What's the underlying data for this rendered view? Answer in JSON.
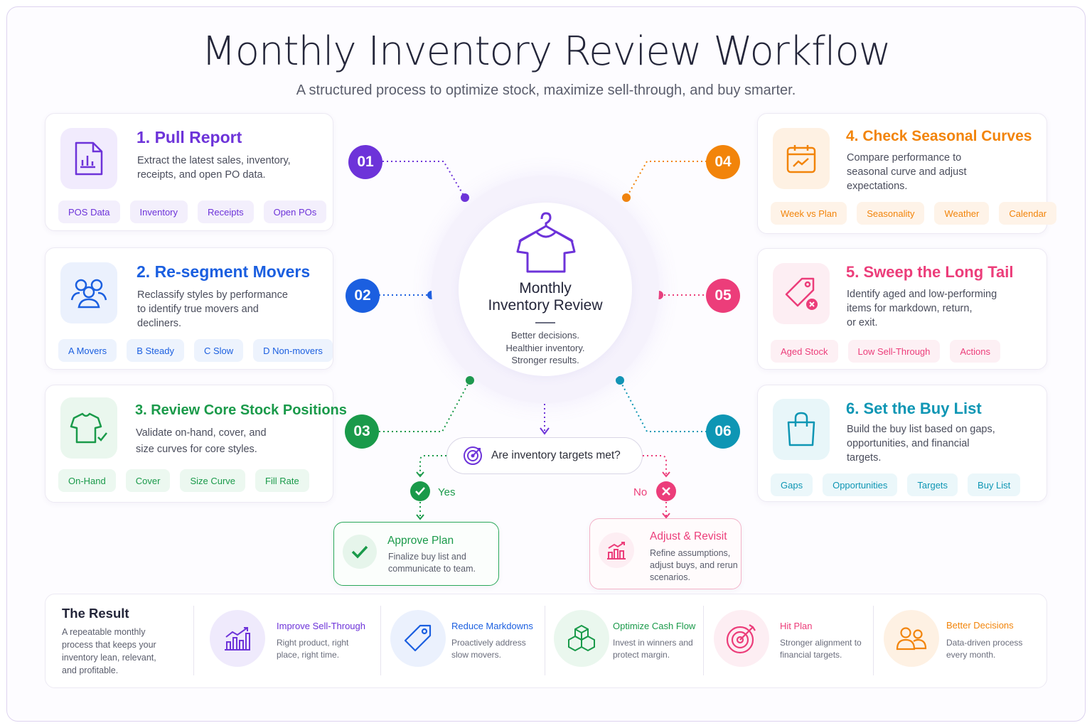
{
  "title": "Monthly Inventory Review Workflow",
  "subtitle": "A structured process to optimize stock, maximize sell-through, and buy smarter.",
  "colors": {
    "purple": "#6d33d9",
    "blue": "#1b5fe0",
    "green": "#1a9a4a",
    "orange": "#f2840a",
    "pink": "#ec3d7a",
    "teal": "#0e96b4"
  },
  "steps": [
    {
      "num": "01",
      "title": "1. Pull Report",
      "desc_lines": [
        "Extract the latest sales, inventory,",
        "receipts, and open PO data."
      ],
      "tags": [
        "POS Data",
        "Inventory",
        "Receipts",
        "Open POs"
      ],
      "icon": "report-icon"
    },
    {
      "num": "02",
      "title": "2. Re-segment Movers",
      "desc_lines": [
        "Reclassify styles by performance",
        "to identify true movers and",
        "decliners."
      ],
      "tags": [
        "A Movers",
        "B Steady",
        "C Slow",
        "D Non-movers"
      ],
      "icon": "people-icon"
    },
    {
      "num": "03",
      "title": "3. Review Core Stock Positions",
      "desc_lines": [
        "Validate on-hand, cover, and",
        "size curves for core styles."
      ],
      "tags": [
        "On-Hand",
        "Cover",
        "Size Curve",
        "Fill Rate"
      ],
      "icon": "shirt-check-icon"
    },
    {
      "num": "04",
      "title": "4. Check Seasonal Curves",
      "desc_lines": [
        "Compare performance to",
        "seasonal curve and adjust",
        "expectations."
      ],
      "tags": [
        "Week vs Plan",
        "Seasonality",
        "Weather",
        "Calendar"
      ],
      "icon": "calendar-trend-icon"
    },
    {
      "num": "05",
      "title": "5. Sweep the Long Tail",
      "desc_lines": [
        "Identify aged and low-performing",
        "items for markdown, return,",
        "or exit."
      ],
      "tags": [
        "Aged Stock",
        "Low Sell-Through",
        "Actions"
      ],
      "icon": "price-tag-x-icon"
    },
    {
      "num": "06",
      "title": "6. Set the Buy List",
      "desc_lines": [
        "Build the buy list based on gaps,",
        "opportunities, and financial",
        "targets."
      ],
      "tags": [
        "Gaps",
        "Opportunities",
        "Targets",
        "Buy List"
      ],
      "icon": "shopping-bag-icon"
    }
  ],
  "center": {
    "title_lines": [
      "Monthly",
      "Inventory Review"
    ],
    "sub_lines": [
      "Better decisions.",
      "Healthier inventory.",
      "Stronger results."
    ],
    "icon": "hanger-shirt-icon"
  },
  "decision": {
    "question": "Are inventory targets met?",
    "yes": "Yes",
    "no": "No",
    "approve": {
      "title": "Approve Plan",
      "desc_lines": [
        "Finalize buy list and",
        "communicate to team."
      ]
    },
    "adjust": {
      "title": "Adjust & Revisit",
      "desc_lines": [
        "Refine assumptions,",
        "adjust buys, and rerun",
        "scenarios."
      ]
    }
  },
  "result": {
    "title": "The Result",
    "desc_lines": [
      "A repeatable monthly",
      "process that keeps your",
      "inventory lean, relevant,",
      "and profitable."
    ],
    "items": [
      {
        "title": "Improve Sell-Through",
        "desc_lines": [
          "Right product, right",
          "place, right time."
        ],
        "icon": "growth-chart-icon"
      },
      {
        "title": "Reduce Markdowns",
        "desc_lines": [
          "Proactively address",
          "slow movers."
        ],
        "icon": "tag-icon"
      },
      {
        "title": "Optimize Cash Flow",
        "desc_lines": [
          "Invest in winners and",
          "protect margin."
        ],
        "icon": "boxes-icon"
      },
      {
        "title": "Hit Plan",
        "desc_lines": [
          "Stronger alignment to",
          "financial targets."
        ],
        "icon": "target-icon"
      },
      {
        "title": "Better Decisions",
        "desc_lines": [
          "Data-driven process",
          "every month."
        ],
        "icon": "team-icon"
      }
    ]
  }
}
